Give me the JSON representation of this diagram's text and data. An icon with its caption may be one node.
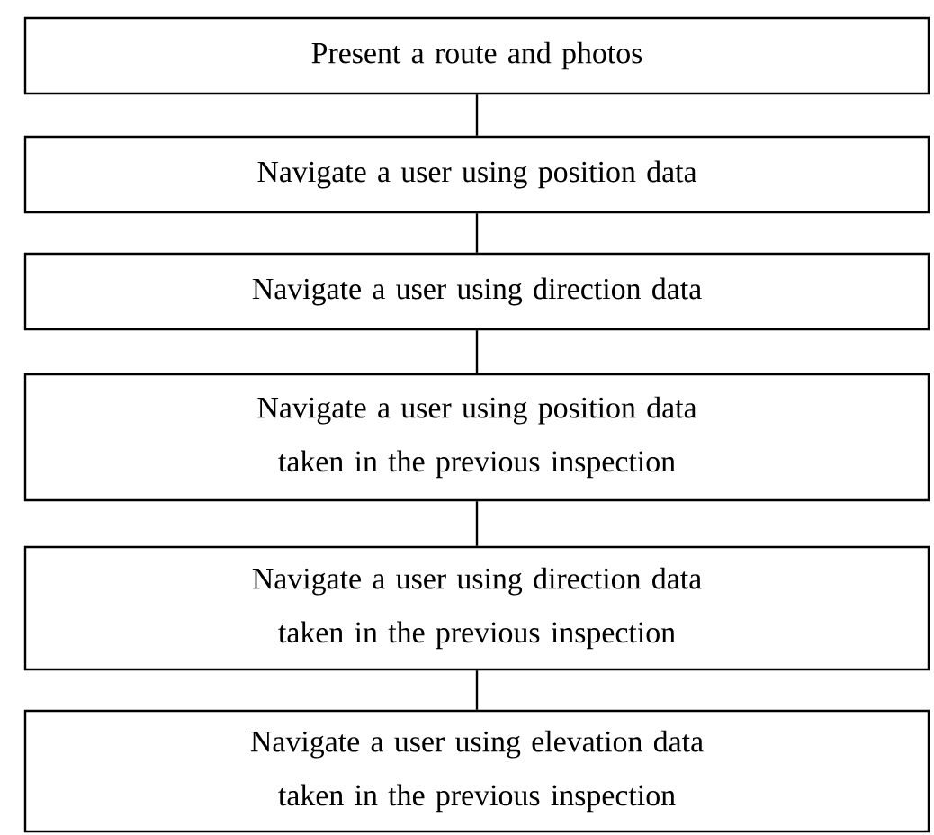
{
  "diagram": {
    "nodes": [
      {
        "text": [
          "Present a route and photos"
        ]
      },
      {
        "text": [
          "Navigate a user using position data"
        ]
      },
      {
        "text": [
          "Navigate a user using direction data"
        ]
      },
      {
        "text": [
          "Navigate a user using position data taken in the previous inspection"
        ]
      },
      {
        "text": [
          "Navigate a user using direction data taken in the previous inspection"
        ]
      },
      {
        "text": [
          "Navigate a user using elevation data taken in the previous inspection"
        ]
      }
    ],
    "edges": [
      {
        "from": 0,
        "to": 1,
        "arrow": "none"
      },
      {
        "from": 1,
        "to": 2,
        "arrow": "none"
      },
      {
        "from": 2,
        "to": 3,
        "arrow": "none"
      },
      {
        "from": 3,
        "to": 4,
        "arrow": "none"
      },
      {
        "from": 4,
        "to": 5,
        "arrow": "none"
      }
    ]
  }
}
